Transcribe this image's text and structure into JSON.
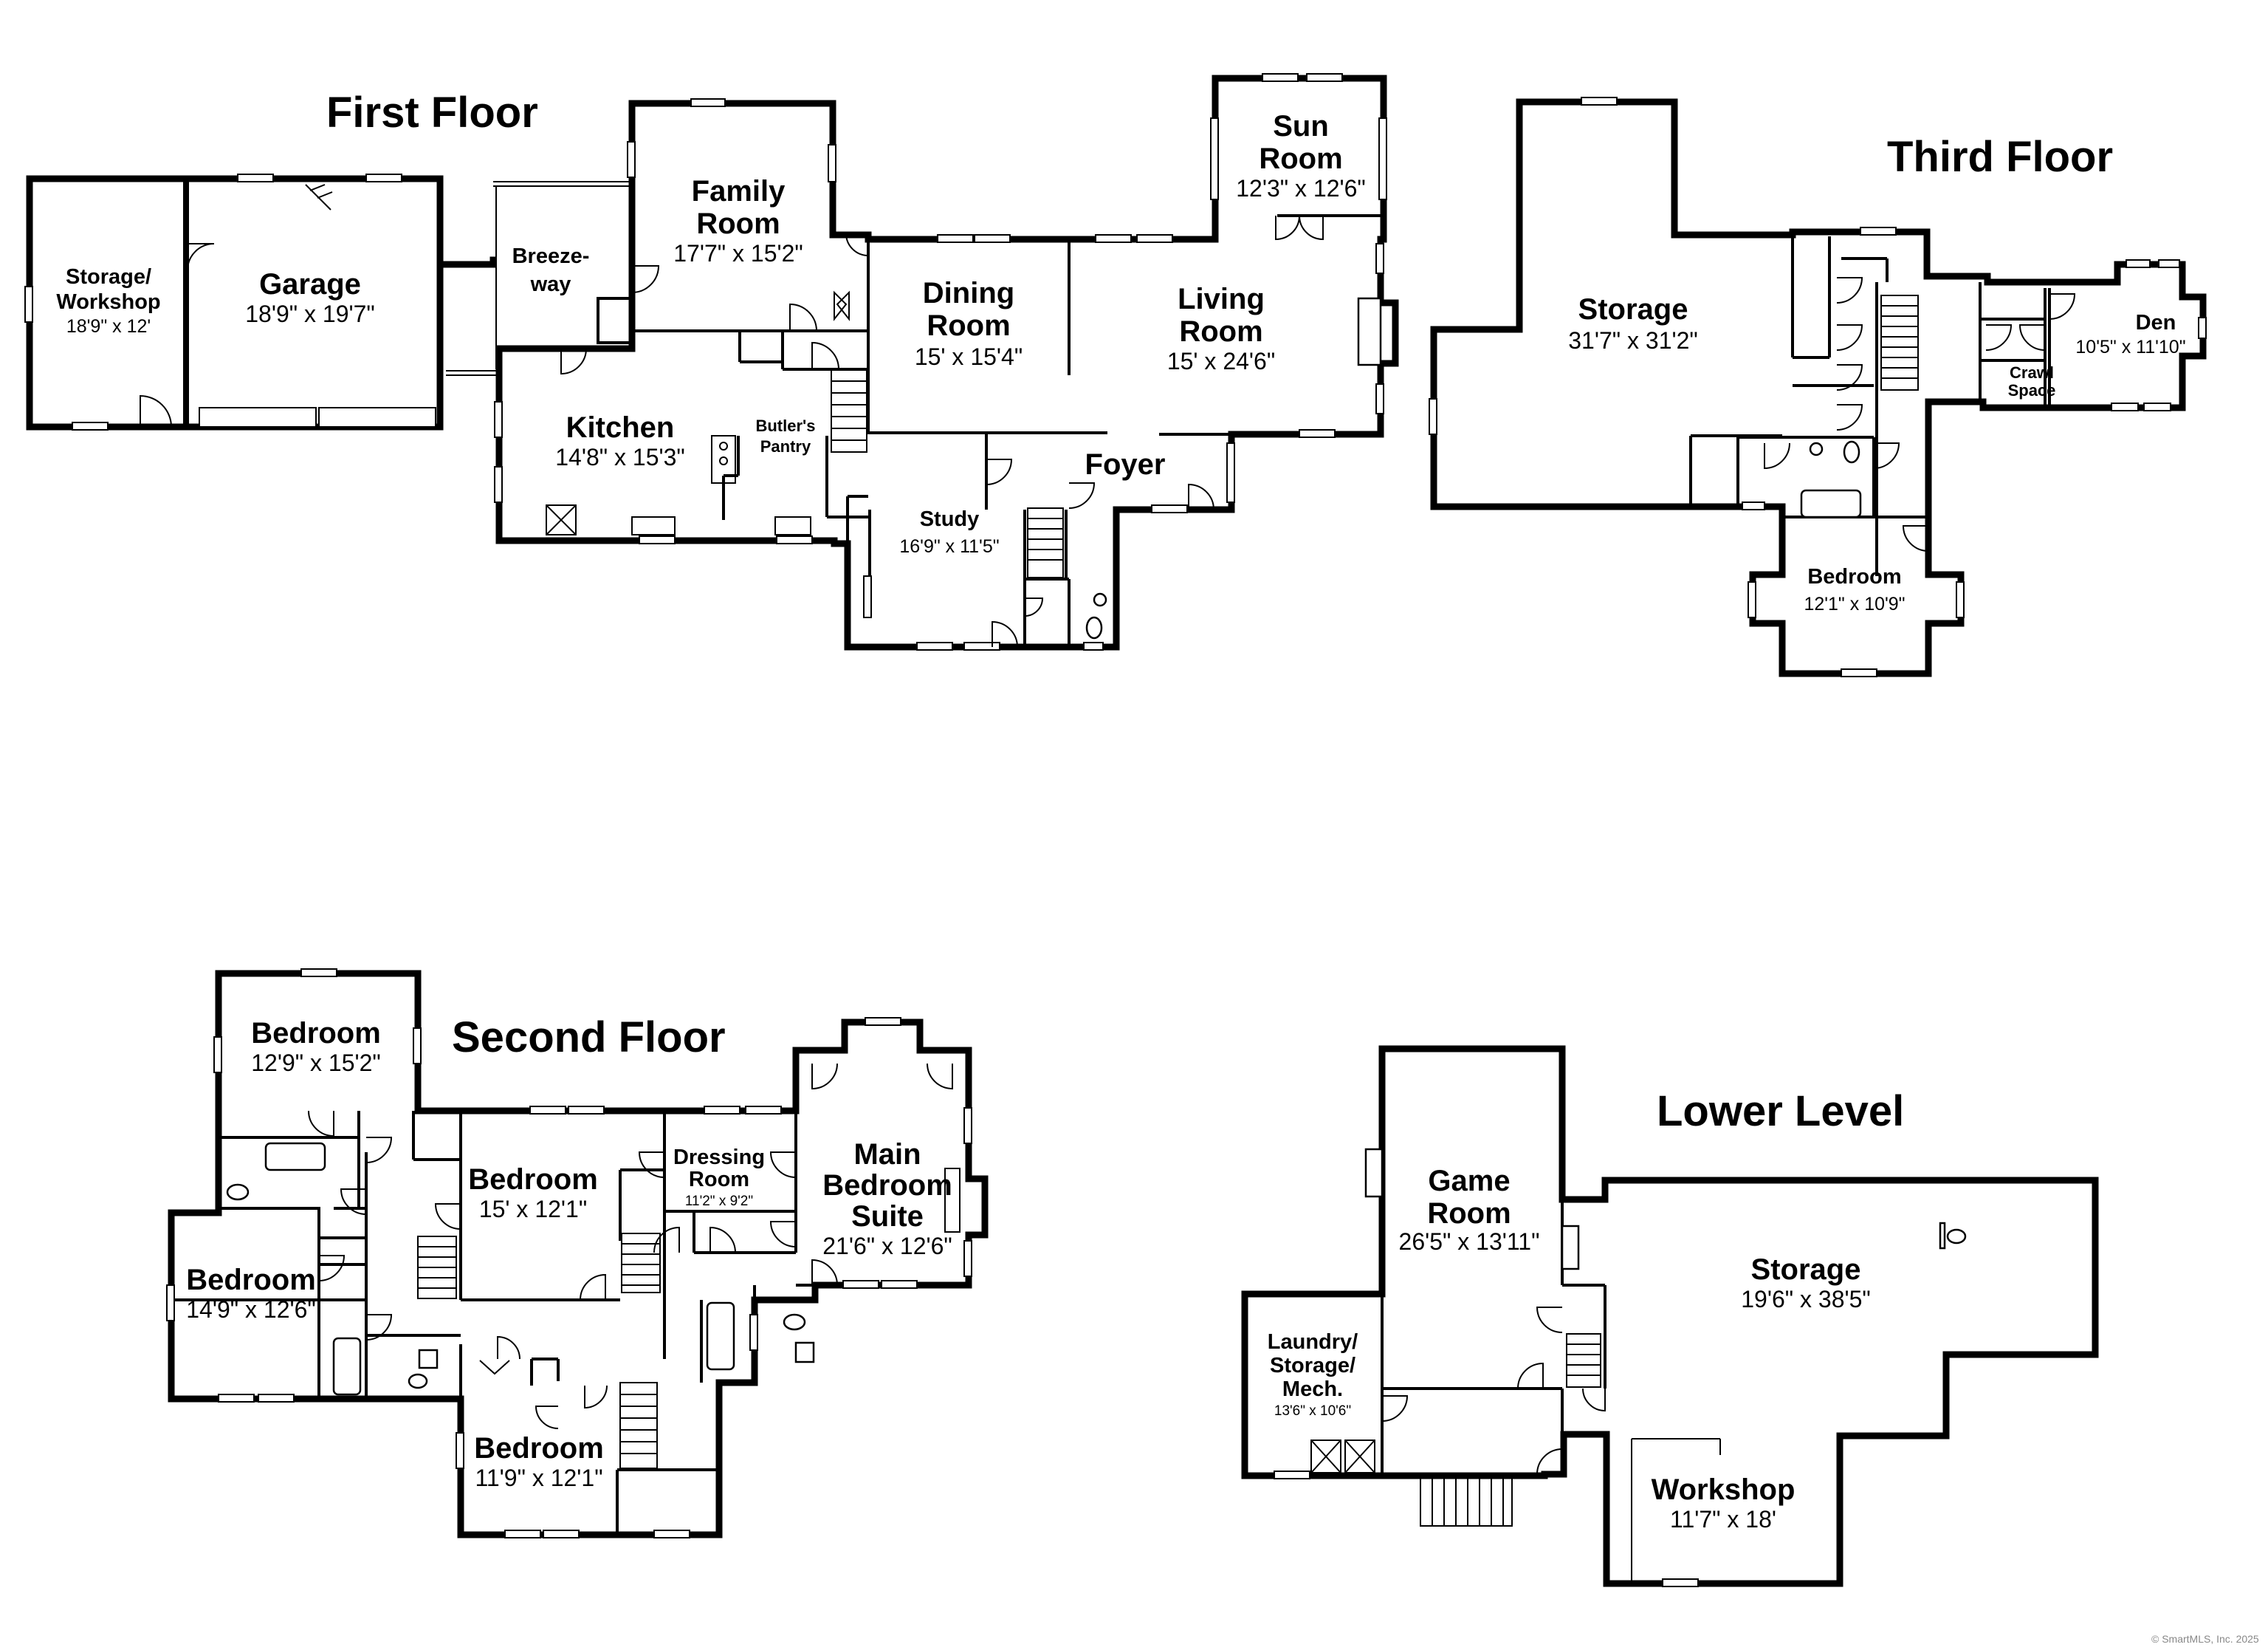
{
  "floors": {
    "first": {
      "title": "First Floor",
      "rooms": {
        "storage_workshop": {
          "name1": "Storage/",
          "name2": "Workshop",
          "dims": "18'9\" x 12'"
        },
        "garage": {
          "name": "Garage",
          "dims": "18'9\" x 19'7\""
        },
        "breezeway": {
          "name1": "Breeze-",
          "name2": "way"
        },
        "family_room": {
          "name1": "Family",
          "name2": "Room",
          "dims": "17'7\" x 15'2\""
        },
        "sun_room": {
          "name1": "Sun",
          "name2": "Room",
          "dims": "12'3\" x 12'6\""
        },
        "dining_room": {
          "name1": "Dining",
          "name2": "Room",
          "dims": "15' x 15'4\""
        },
        "living_room": {
          "name1": "Living",
          "name2": "Room",
          "dims": "15' x 24'6\""
        },
        "kitchen": {
          "name": "Kitchen",
          "dims": "14'8\" x 15'3\""
        },
        "butlers_pantry": {
          "name1": "Butler's",
          "name2": "Pantry"
        },
        "foyer": {
          "name": "Foyer"
        },
        "study": {
          "name": "Study",
          "dims": "16'9\" x 11'5\""
        }
      }
    },
    "third": {
      "title": "Third Floor",
      "rooms": {
        "storage": {
          "name": "Storage",
          "dims": "31'7\" x 31'2\""
        },
        "den": {
          "name": "Den",
          "dims": "10'5\" x 11'10\""
        },
        "crawl_space": {
          "name1": "Crawl",
          "name2": "Space"
        },
        "bedroom": {
          "name": "Bedroom",
          "dims": "12'1\" x 10'9\""
        }
      }
    },
    "second": {
      "title": "Second Floor",
      "rooms": {
        "bedroom_a": {
          "name": "Bedroom",
          "dims": "12'9\" x 15'2\""
        },
        "bedroom_b": {
          "name": "Bedroom",
          "dims": "15' x 12'1\""
        },
        "dressing_room": {
          "name1": "Dressing",
          "name2": "Room",
          "dims": "11'2\" x 9'2\""
        },
        "main_suite": {
          "name1": "Main",
          "name2": "Bedroom",
          "name3": "Suite",
          "dims": "21'6\" x 12'6\""
        },
        "bedroom_c": {
          "name": "Bedroom",
          "dims": "14'9\" x 12'6\""
        },
        "bedroom_d": {
          "name": "Bedroom",
          "dims": "11'9\" x 12'1\""
        }
      }
    },
    "lower": {
      "title": "Lower Level",
      "rooms": {
        "game_room": {
          "name1": "Game",
          "name2": "Room",
          "dims": "26'5\" x 13'11\""
        },
        "storage": {
          "name": "Storage",
          "dims": "19'6\" x 38'5\""
        },
        "laundry": {
          "name1": "Laundry/",
          "name2": "Storage/",
          "name3": "Mech.",
          "dims": "13'6\" x 10'6\""
        },
        "workshop": {
          "name": "Workshop",
          "dims": "11'7\" x 18'"
        }
      }
    }
  },
  "copyright": "© SmartMLS, Inc. 2025"
}
